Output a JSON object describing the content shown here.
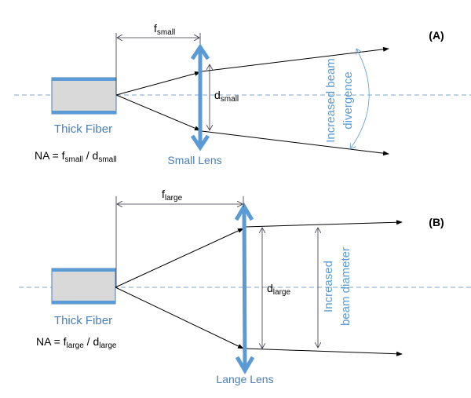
{
  "colors": {
    "lens": "#5b9bd5",
    "label_blue": "#4a7fb5",
    "fiber_fill": "#d9d9d9",
    "axis": "#7fa7c9"
  },
  "panel_a": {
    "tag": "(A)",
    "f_main": "f",
    "f_sub": "small",
    "d_main": "d",
    "d_sub": "small",
    "fiber_label": "Thick Fiber",
    "na_prefix": "NA = f",
    "na_sub1": "small",
    "na_mid": " / d",
    "na_sub2": "small",
    "lens_label": "Small Lens",
    "annotation_line1": "Increased beam",
    "annotation_line2": "divergence"
  },
  "panel_b": {
    "tag": "(B)",
    "f_main": "f",
    "f_sub": "large",
    "d_main": "d",
    "d_sub": "large",
    "fiber_label": "Thick Fiber",
    "na_prefix": "NA = f",
    "na_sub1": "large",
    "na_mid": " / d",
    "na_sub2": "large",
    "lens_label": "Lange Lens",
    "annotation_line1": "Increased",
    "annotation_line2": "beam diameter"
  }
}
